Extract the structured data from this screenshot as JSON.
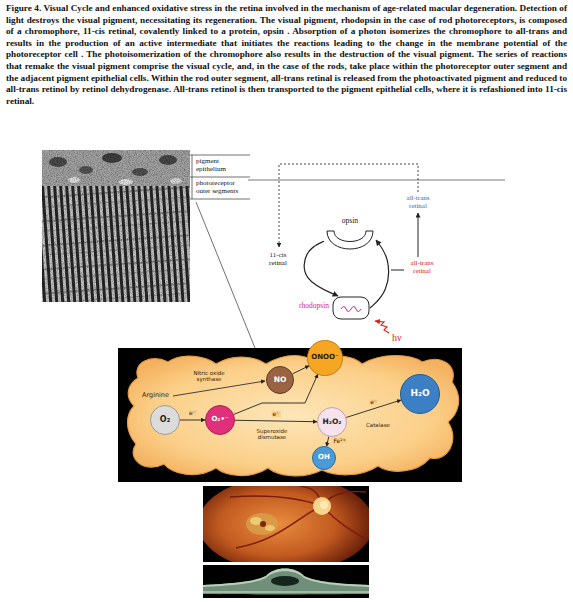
{
  "diagram": {
    "caption": "Figure 4. Visual Cycle and enhanced oxidative stress in the retina involved in the mechanism of age-related macular degeneration. Detection of light destroys the visual pigment, necessitating its regeneration. The visual pigment, rhodopsin in the case of rod photoreceptors, is composed of a chromophore, 11-cis retinal, covalently linked to a protein, opsin . Absorption of a photon isomerizes the chromophore to all-trans and results in the production of an active intermediate that initiates the reactions leading to the change in the membrane potential of the photoreceptor cell . The photoisomerization of the chromophore also results in the destruction of the visual pigment. The series of reactions that remake the visual pigment comprise the visual cycle, and, in the case of the rods, take place within the photoreceptor outer segment and the adjacent pigment epithelial cells. Within the rod outer segment, all-trans retinal is released from the photoactivated pigment and reduced to all-trans retinol by retinol dehydrogenase. All-trans retinol is then transported to the pigment epithelial cells, where it is refashioned into 11-cis retinal.",
    "nodes": [
      {
        "text": [
          "opsin"
        ]
      },
      {
        "text": [
          "rhodopsin"
        ]
      },
      {
        "text": [
          "ONOO⁻"
        ]
      },
      {
        "text": [
          "NO"
        ]
      },
      {
        "text": [
          "O₂"
        ]
      },
      {
        "text": [
          "O₂•⁻"
        ]
      },
      {
        "text": [
          "H₂O₂"
        ]
      },
      {
        "text": [
          "H₂O"
        ]
      },
      {
        "text": [
          "OH"
        ]
      }
    ],
    "edges": [
      {
        "from": 0,
        "to": 1,
        "arrow": "to"
      },
      {
        "from": 1,
        "to": 0,
        "arrow": "to"
      },
      {
        "from": 4,
        "to": 5,
        "arrow": "to",
        "label": "e⁻"
      },
      {
        "from": 5,
        "to": 6,
        "arrow": "to",
        "label": "e⁻"
      },
      {
        "from": 6,
        "to": 7,
        "arrow": "to",
        "label": "e⁻"
      },
      {
        "from": 6,
        "to": 8,
        "arrow": "to",
        "label": "Fe²⁺"
      },
      {
        "from": 3,
        "to": 2,
        "arrow": "to"
      },
      {
        "from": 5,
        "to": 2,
        "arrow": "to"
      }
    ],
    "labels": [
      "pigment epithelium",
      "photoreceptor outer segments",
      "all-trans retinal",
      "11-cis retinal",
      "all-trans retinal",
      "hν",
      "Arginine",
      "Nitric oxide synthase",
      "Superoxide dismutase",
      "Catalase"
    ]
  }
}
